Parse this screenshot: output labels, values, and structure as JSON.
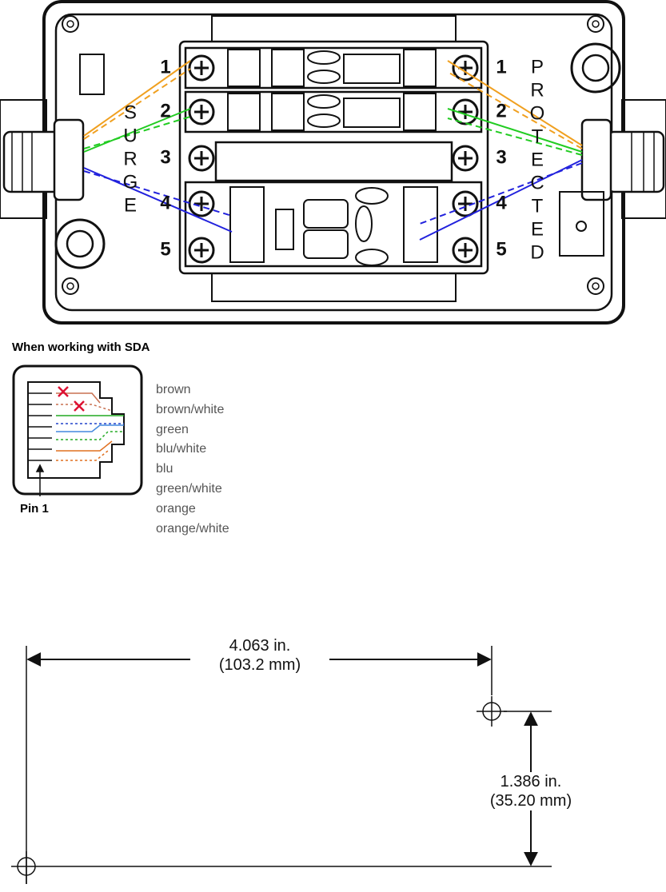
{
  "enclosure": {
    "surge_letters": [
      "S",
      "U",
      "R",
      "G",
      "E"
    ],
    "protected_letters": [
      "P",
      "R",
      "O",
      "T",
      "E",
      "C",
      "T",
      "E",
      "D"
    ],
    "left_numbers": [
      "1",
      "2",
      "3",
      "4",
      "5"
    ],
    "right_numbers": [
      "1",
      "2",
      "3",
      "4",
      "5"
    ],
    "wire_colors": {
      "orange": "#f0a020",
      "green": "#22cc22",
      "blue": "#2222dd"
    }
  },
  "sda": {
    "title": "When working with SDA",
    "pin_label": "Pin 1",
    "colors": [
      "brown",
      "brown/white",
      "green",
      "blu/white",
      "blu",
      "green/white",
      "orange",
      "orange/white"
    ]
  },
  "dimensions": {
    "horizontal": {
      "inch": "4.063 in.",
      "mm": "(103.2 mm)"
    },
    "vertical": {
      "inch": "1.386 in.",
      "mm": "(35.20 mm)"
    }
  }
}
